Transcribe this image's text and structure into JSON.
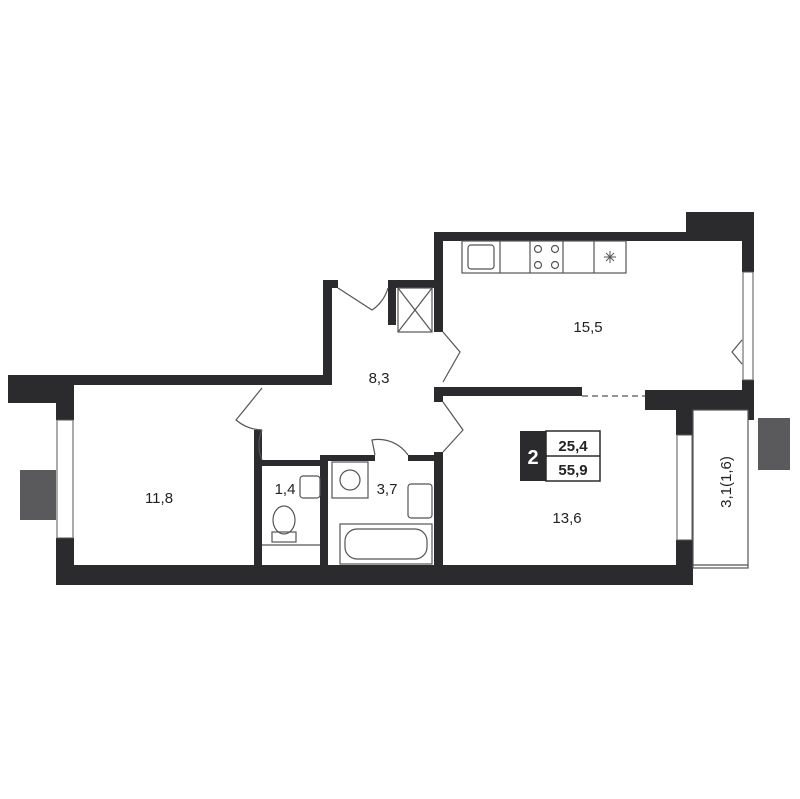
{
  "rooms": {
    "living_left": "11,8",
    "hall": "8,3",
    "kitchen": "15,5",
    "toilet": "1,4",
    "bathroom": "3,7",
    "bedroom": "13,6",
    "balcony": "3,1(1,6)"
  },
  "badge": {
    "rooms_count": "2",
    "living_area": "25,4",
    "total_area": "55,9"
  },
  "colors": {
    "wall": "#2b2b2d",
    "line": "#555555",
    "window_block": "#5a5a5c"
  }
}
